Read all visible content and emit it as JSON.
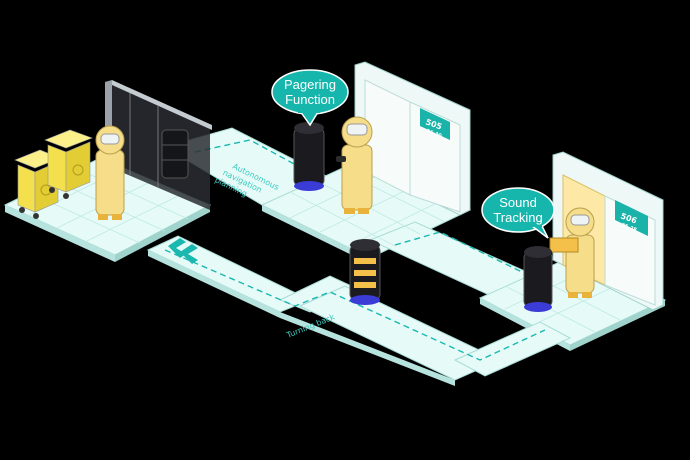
{
  "bubbles": {
    "pagering_line1": "Pagering",
    "pagering_line2": "Function",
    "sound_line1": "Sound",
    "sound_line2": "Tracking"
  },
  "path_labels": {
    "autonomous_line1": "Autonomous",
    "autonomous_line2": "navigation",
    "autonomous_line3": "planning",
    "turning_back": "Turning back"
  },
  "doors": {
    "room_505": "505",
    "room_505_sub": "26-30",
    "room_506": "506",
    "room_506_sub": "25-28"
  },
  "colors": {
    "floor": "#e6fbf8",
    "floor_edge": "#a9dcd6",
    "accent": "#1bb8b0",
    "bubble": "#17b6ad",
    "suit": "#f6dd8a",
    "bin": "#f4e04d",
    "robot": "#1b1b1f",
    "robot_light": "#3b3bd6"
  },
  "icons": {
    "hazard": "biohazard-icon",
    "direction": "double-chevron-left-icon"
  }
}
